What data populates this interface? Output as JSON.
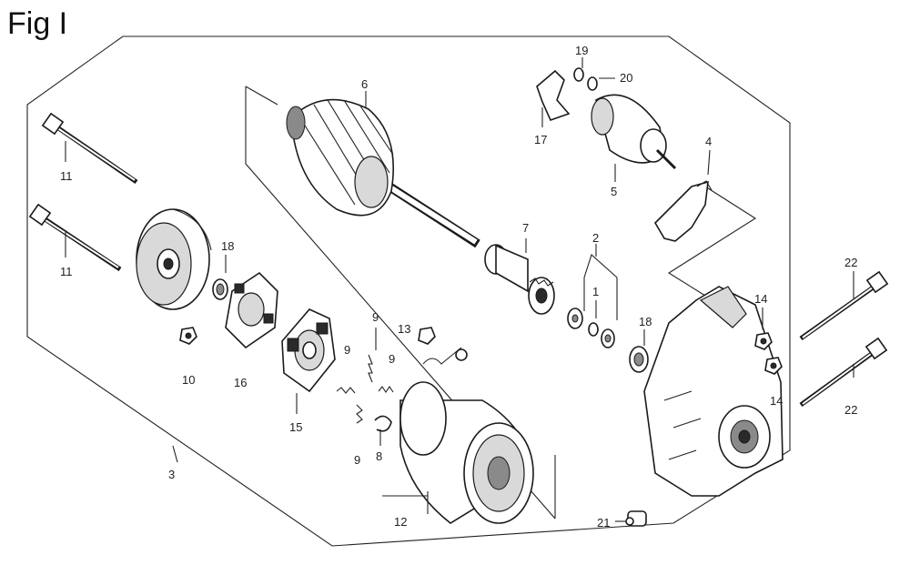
{
  "title": "Fig I",
  "callouts": {
    "c1": "1",
    "c2": "2",
    "c3": "3",
    "c4": "4",
    "c5": "5",
    "c6": "6",
    "c7": "7",
    "c8": "8",
    "c9a": "9",
    "c9b": "9",
    "c9c": "9",
    "c9d": "9",
    "c10": "10",
    "c11a": "11",
    "c11b": "11",
    "c12": "12",
    "c13": "13",
    "c14a": "14",
    "c14b": "14",
    "c15": "15",
    "c16": "16",
    "c17": "17",
    "c18a": "18",
    "c18b": "18",
    "c19": "19",
    "c20": "20",
    "c21": "21",
    "c22a": "22",
    "c22b": "22"
  }
}
